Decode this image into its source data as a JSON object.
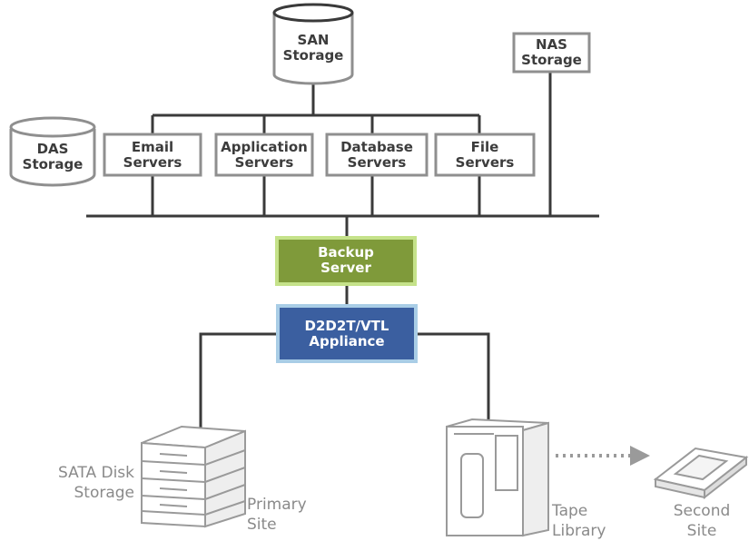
{
  "nodes": {
    "san": {
      "line1": "SAN",
      "line2": "Storage"
    },
    "nas": {
      "line1": "NAS",
      "line2": "Storage"
    },
    "das": {
      "line1": "DAS",
      "line2": "Storage"
    },
    "email": {
      "line1": "Email",
      "line2": "Servers"
    },
    "application": {
      "line1": "Application",
      "line2": "Servers"
    },
    "database": {
      "line1": "Database",
      "line2": "Servers"
    },
    "file": {
      "line1": "File",
      "line2": "Servers"
    },
    "backup": {
      "line1": "Backup",
      "line2": "Server"
    },
    "appliance": {
      "line1": "D2D2T/VTL",
      "line2": "Appliance"
    },
    "sata": {
      "line1": "SATA Disk",
      "line2": "Storage"
    },
    "primary": {
      "line1": "Primary",
      "line2": "Site"
    },
    "tape": {
      "line1": "Tape",
      "line2": "Library"
    },
    "second": {
      "line1": "Second",
      "line2": "Site"
    }
  },
  "colors": {
    "line": "#3a3a3a",
    "box_border": "#8f8f8f",
    "backup_fill": "#7f9a3a",
    "backup_border": "#c5e28a",
    "appliance_fill": "#3b5fa0",
    "appliance_border": "#a9cde6",
    "device_gray": "#b5b5b5"
  }
}
